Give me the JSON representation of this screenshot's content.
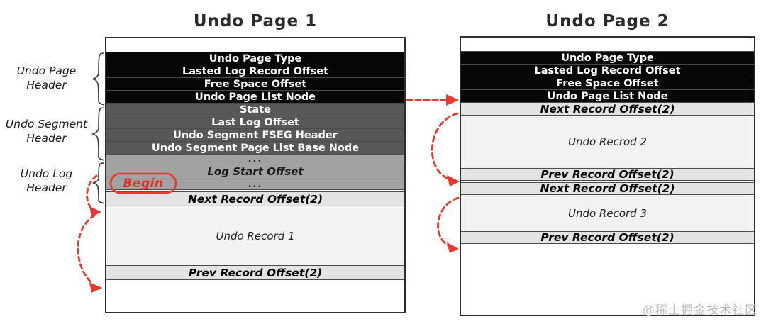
{
  "pages": [
    {
      "title": "Undo Page 1",
      "header_rows": [
        "Undo Page Type",
        "Lasted Log Record Offset",
        "Free Space Offset",
        "Undo Page List Node"
      ],
      "segment_rows": [
        "State",
        "Last Log Offset",
        "Undo Segment FSEG Header",
        "Undo Segment Page List Base Node"
      ],
      "log_rows": [
        "...",
        "Log Start Offset",
        "..."
      ],
      "next_label": "Next Record Offset(2)",
      "record_label": "Undo Record 1",
      "prev_label": "Prev Record Offset(2)"
    },
    {
      "title": "Undo Page 2",
      "header_rows": [
        "Undo Page Type",
        "Lasted Log Record Offset",
        "Free Space Offset",
        "Undo Page List Node"
      ],
      "blocks": [
        {
          "next": "Next Record Offset(2)",
          "record": "Undo Recrod 2",
          "prev": "Prev Record Offset(2)"
        },
        {
          "next": "Next Record Offset(2)",
          "record": "Undo Record 3",
          "prev": "Prev Record Offset(2)"
        }
      ]
    }
  ],
  "side_labels": [
    {
      "label": "Undo Page Header"
    },
    {
      "label": "Undo Segment Header"
    },
    {
      "label": "Undo Log Header"
    }
  ],
  "annotations": {
    "begin": "Begin"
  },
  "watermark": "@稀土掘金技术社区",
  "colors": {
    "red": "#e63a2e",
    "black_row": "#070707",
    "dark_row": "#585858",
    "mid_row": "#a2a2a2",
    "light_row": "#e3e3e3",
    "record_bg": "#f2f2f2",
    "border": "#2f2f2f"
  }
}
